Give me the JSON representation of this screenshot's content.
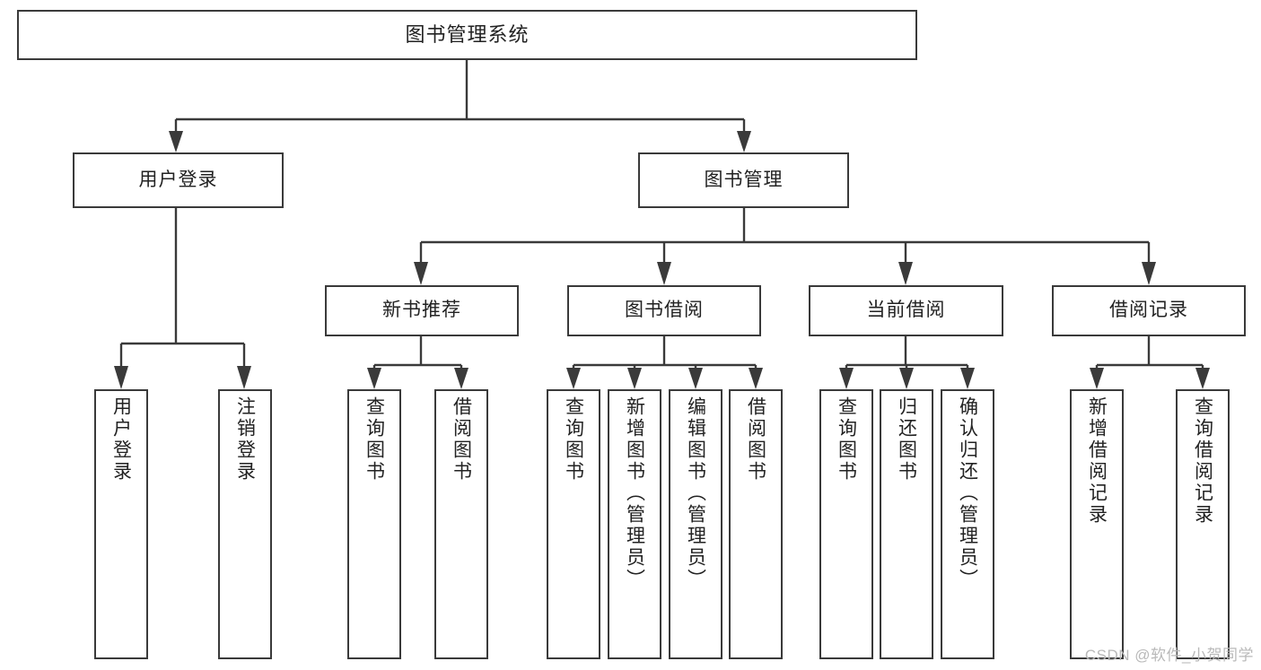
{
  "diagram": {
    "type": "tree",
    "title": "图书管理系统",
    "orientation": "top-down",
    "colors": {
      "box_border": "#3a3a3a",
      "box_fill": "#ffffff",
      "connector": "#3a3a3a",
      "text": "#222222",
      "watermark": "#b9b9b9",
      "background": "#ffffff"
    },
    "root": {
      "label": "图书管理系统"
    },
    "level2": [
      {
        "label": "用户登录"
      },
      {
        "label": "图书管理"
      }
    ],
    "level3": [
      {
        "label": "新书推荐"
      },
      {
        "label": "图书借阅"
      },
      {
        "label": "当前借阅"
      },
      {
        "label": "借阅记录"
      }
    ],
    "leaves": {
      "user_login": [
        {
          "label": "用户登录"
        },
        {
          "label": "注销登录"
        }
      ],
      "new_book_recommend": [
        {
          "label": "查询图书"
        },
        {
          "label": "借阅图书"
        }
      ],
      "book_borrow": [
        {
          "label": "查询图书"
        },
        {
          "label": "新增图书（管理员）"
        },
        {
          "label": "编辑图书（管理员）"
        },
        {
          "label": "借阅图书"
        }
      ],
      "current_borrow": [
        {
          "label": "查询图书"
        },
        {
          "label": "归还图书"
        },
        {
          "label": "确认归还（管理员）"
        }
      ],
      "borrow_record": [
        {
          "label": "新增借阅记录"
        },
        {
          "label": "查询借阅记录"
        }
      ]
    }
  },
  "watermark": {
    "text": "CSDN @软件_小贺同学"
  }
}
